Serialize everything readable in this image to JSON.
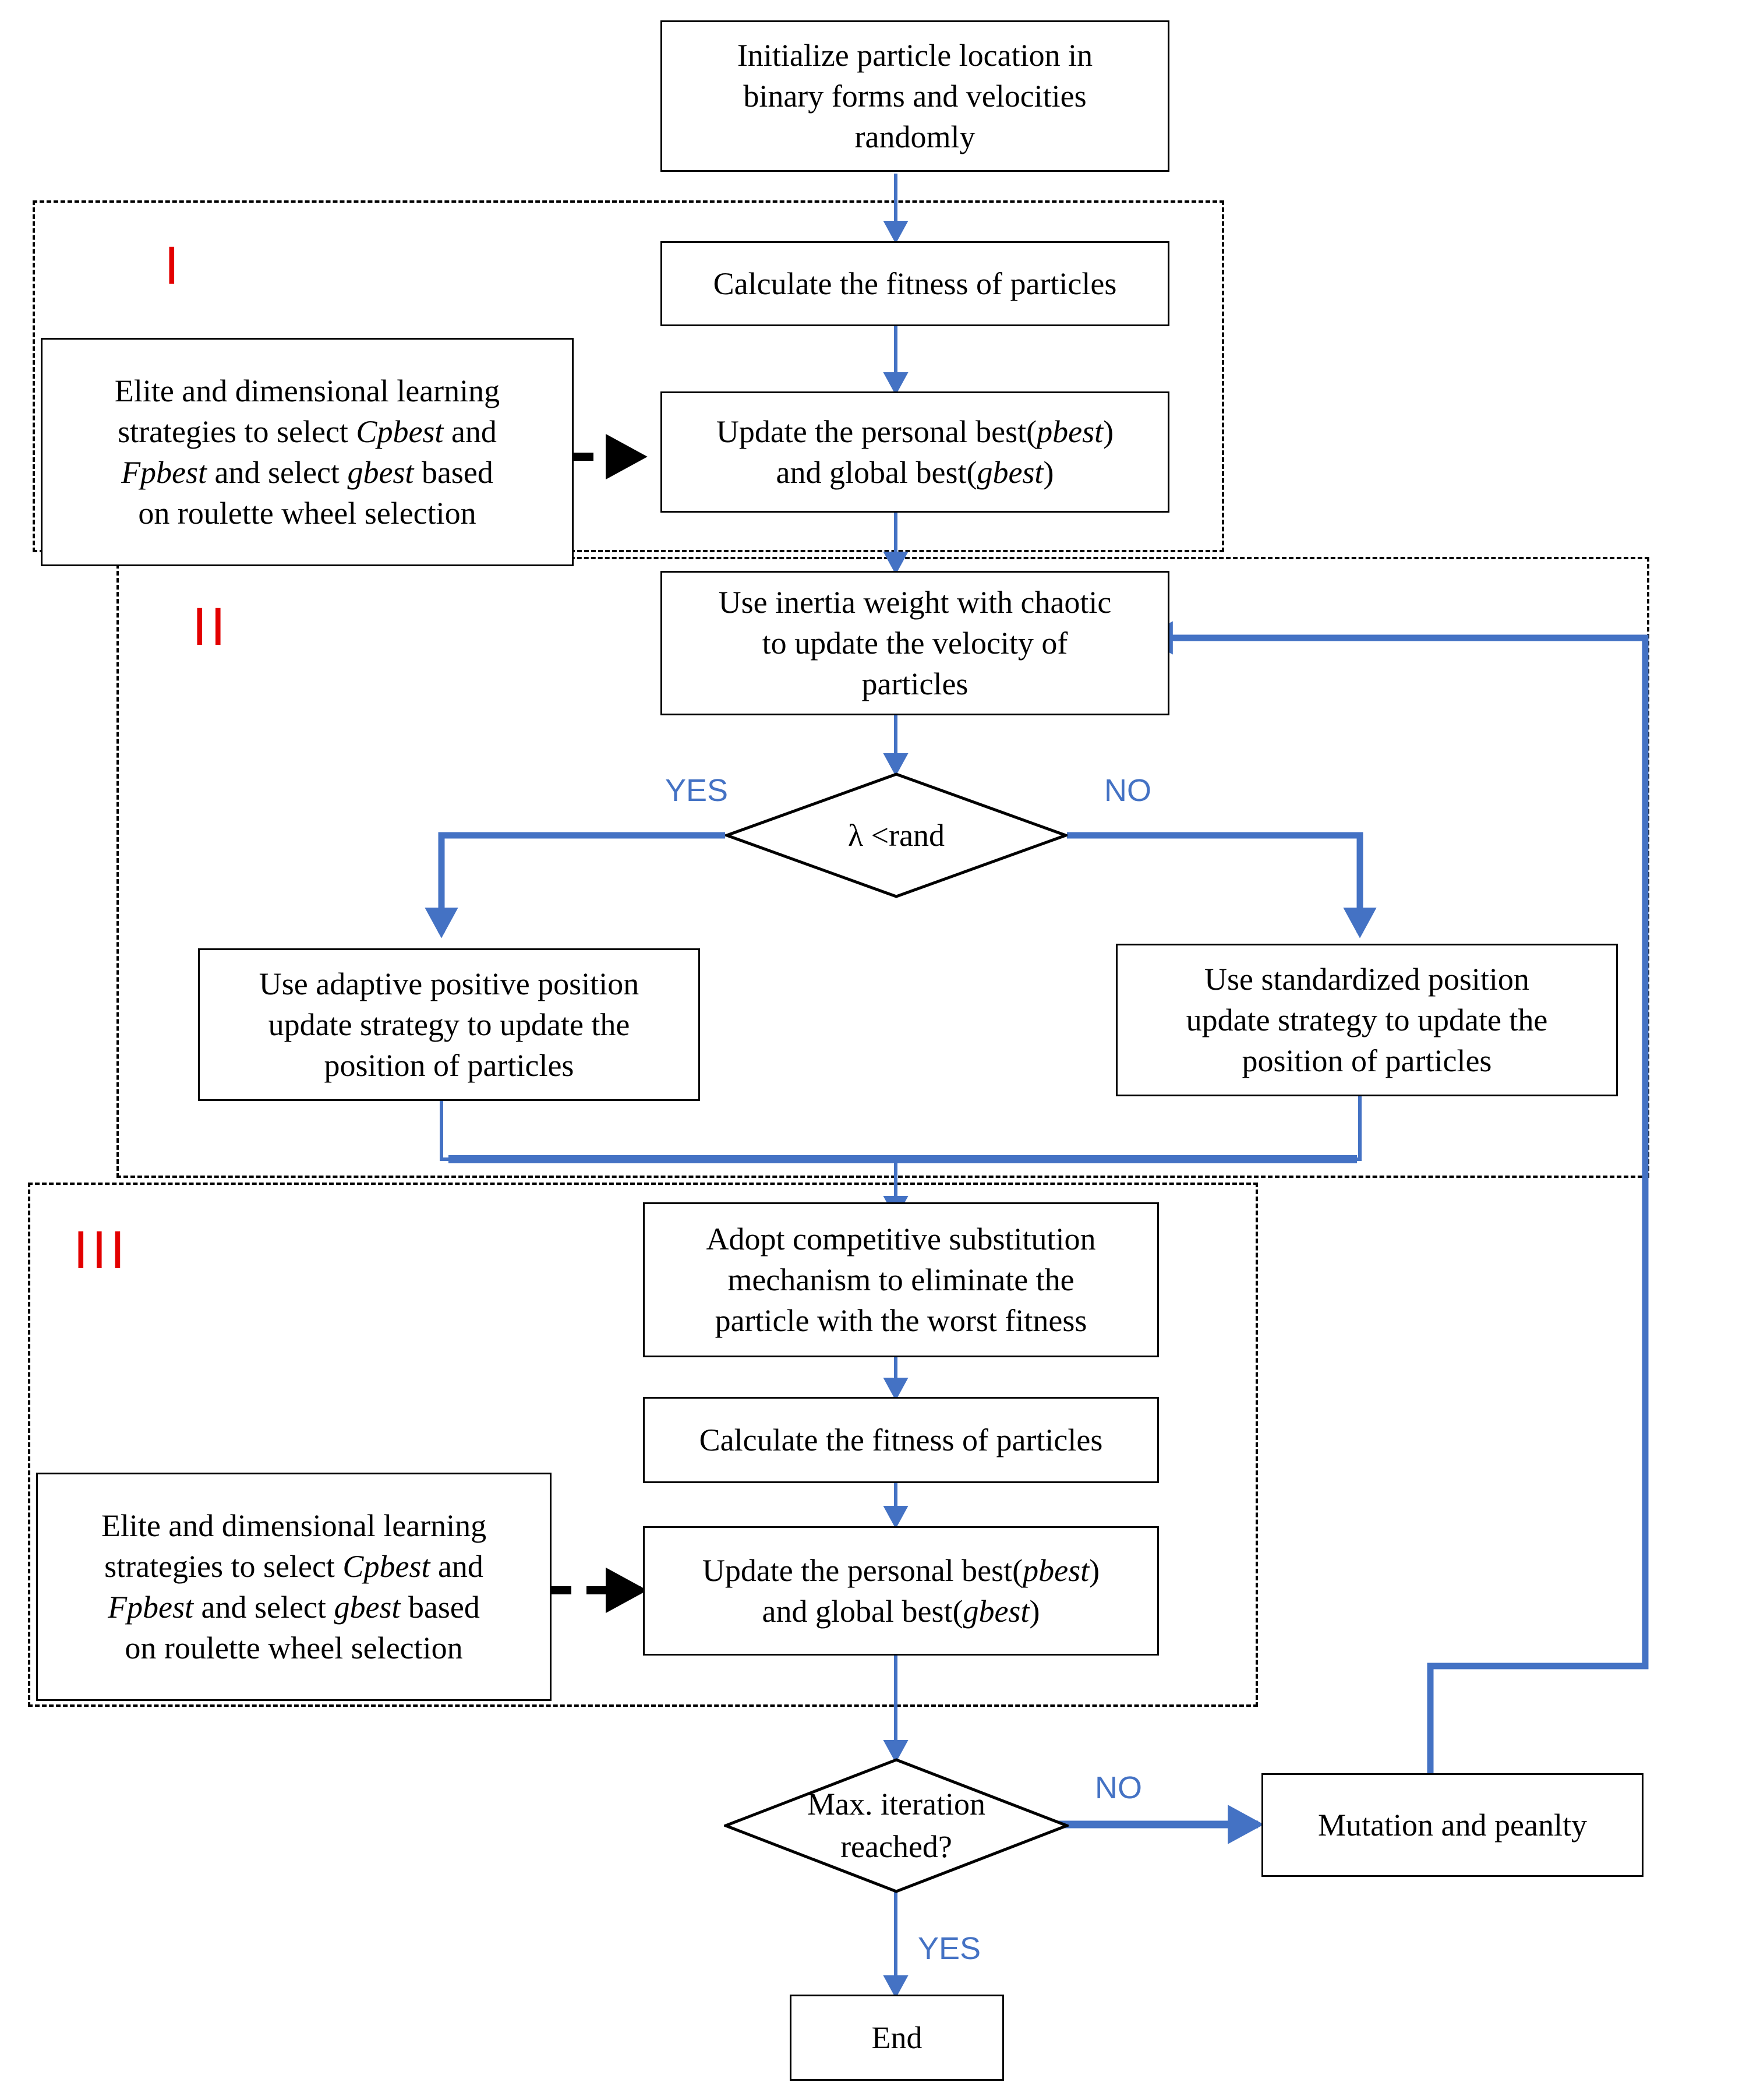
{
  "diagram": {
    "title": "Improved binary PSO algorithm flowchart",
    "colors": {
      "flow_arrow": "#4472C4",
      "region_marker": "#e30000",
      "node_border": "#000000",
      "dashed_region": "#000000",
      "background": "#ffffff"
    },
    "regions": [
      {
        "id": "region-1",
        "marker": "I"
      },
      {
        "id": "region-2",
        "marker": "II"
      },
      {
        "id": "region-3",
        "marker": "III"
      }
    ],
    "nodes": {
      "initialize": {
        "shape": "process",
        "lines": [
          "Initialize particle location in",
          "binary forms and velocities",
          "randomly"
        ]
      },
      "calc_fitness_1": {
        "shape": "process",
        "lines": [
          "Calculate the fitness of particles"
        ]
      },
      "elite_1": {
        "shape": "process",
        "lines_html": [
          "Elite and dimensional learning",
          "strategies to select <i>Cpbest</i> and",
          "<i>Fpbest</i> and select <i>gbest</i> based",
          "on roulette wheel selection"
        ],
        "plain": "Elite and dimensional learning strategies to select Cpbest and Fpbest and select gbest based on roulette wheel selection"
      },
      "update_best_1": {
        "shape": "process",
        "lines_html": [
          "Update the personal best(<i>pbest</i>)",
          "and global best(<i>gbest</i>)"
        ],
        "plain": "Update the personal best(pbest) and global best(gbest)"
      },
      "inertia": {
        "shape": "process",
        "lines": [
          "Use inertia weight with chaotic",
          "to update the velocity of",
          "particles"
        ]
      },
      "decision_lambda": {
        "shape": "decision",
        "lines": [
          "λ <rand"
        ],
        "yes_label": "YES",
        "no_label": "NO"
      },
      "adaptive_update": {
        "shape": "process",
        "lines": [
          "Use adaptive positive position",
          "update strategy to update the",
          "position of particles"
        ]
      },
      "standard_update": {
        "shape": "process",
        "lines": [
          "Use standardized position",
          "update strategy to update the",
          "position of particles"
        ]
      },
      "competitive_sub": {
        "shape": "process",
        "lines": [
          "Adopt competitive substitution",
          "mechanism to eliminate the",
          "particle with the worst fitness"
        ]
      },
      "calc_fitness_2": {
        "shape": "process",
        "lines": [
          "Calculate the fitness of particles"
        ]
      },
      "elite_2": {
        "shape": "process",
        "lines_html": [
          "Elite and dimensional learning",
          "strategies to select <i>Cpbest</i> and",
          "<i>Fpbest</i> and select <i>gbest</i> based",
          "on roulette wheel selection"
        ],
        "plain": "Elite and dimensional learning strategies to select Cpbest and Fpbest and select gbest based on roulette wheel selection"
      },
      "update_best_2": {
        "shape": "process",
        "lines_html": [
          "Update the personal best(<i>pbest</i>)",
          "and global best(<i>gbest</i>)"
        ],
        "plain": "Update the personal best(pbest) and global best(gbest)"
      },
      "decision_maxiter": {
        "shape": "decision",
        "lines": [
          "Max. iteration",
          "reached?"
        ],
        "yes_label": "YES",
        "no_label": "NO"
      },
      "mutation": {
        "shape": "process",
        "lines": [
          "Mutation and peanlty"
        ]
      },
      "end": {
        "shape": "terminal",
        "lines": [
          "End"
        ]
      }
    },
    "edge_labels": {
      "lambda_yes": "YES",
      "lambda_no": "NO",
      "maxiter_no": "NO",
      "maxiter_yes": "YES"
    }
  }
}
